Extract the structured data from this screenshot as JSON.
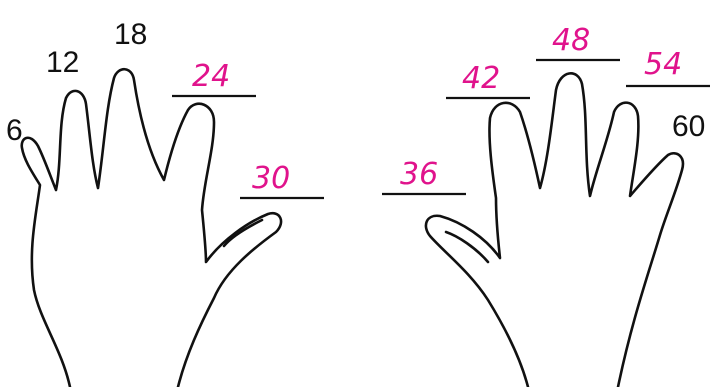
{
  "figure": {
    "left_hand": {
      "printed_counts": [
        "6",
        "12",
        "18"
      ],
      "written_answers": [
        "24",
        "30"
      ]
    },
    "right_hand": {
      "written_answers": [
        "36",
        "42",
        "48",
        "54"
      ],
      "printed_counts": [
        "60"
      ]
    },
    "colors": {
      "outline": "#111111",
      "handwriting": "#e0138c"
    }
  }
}
